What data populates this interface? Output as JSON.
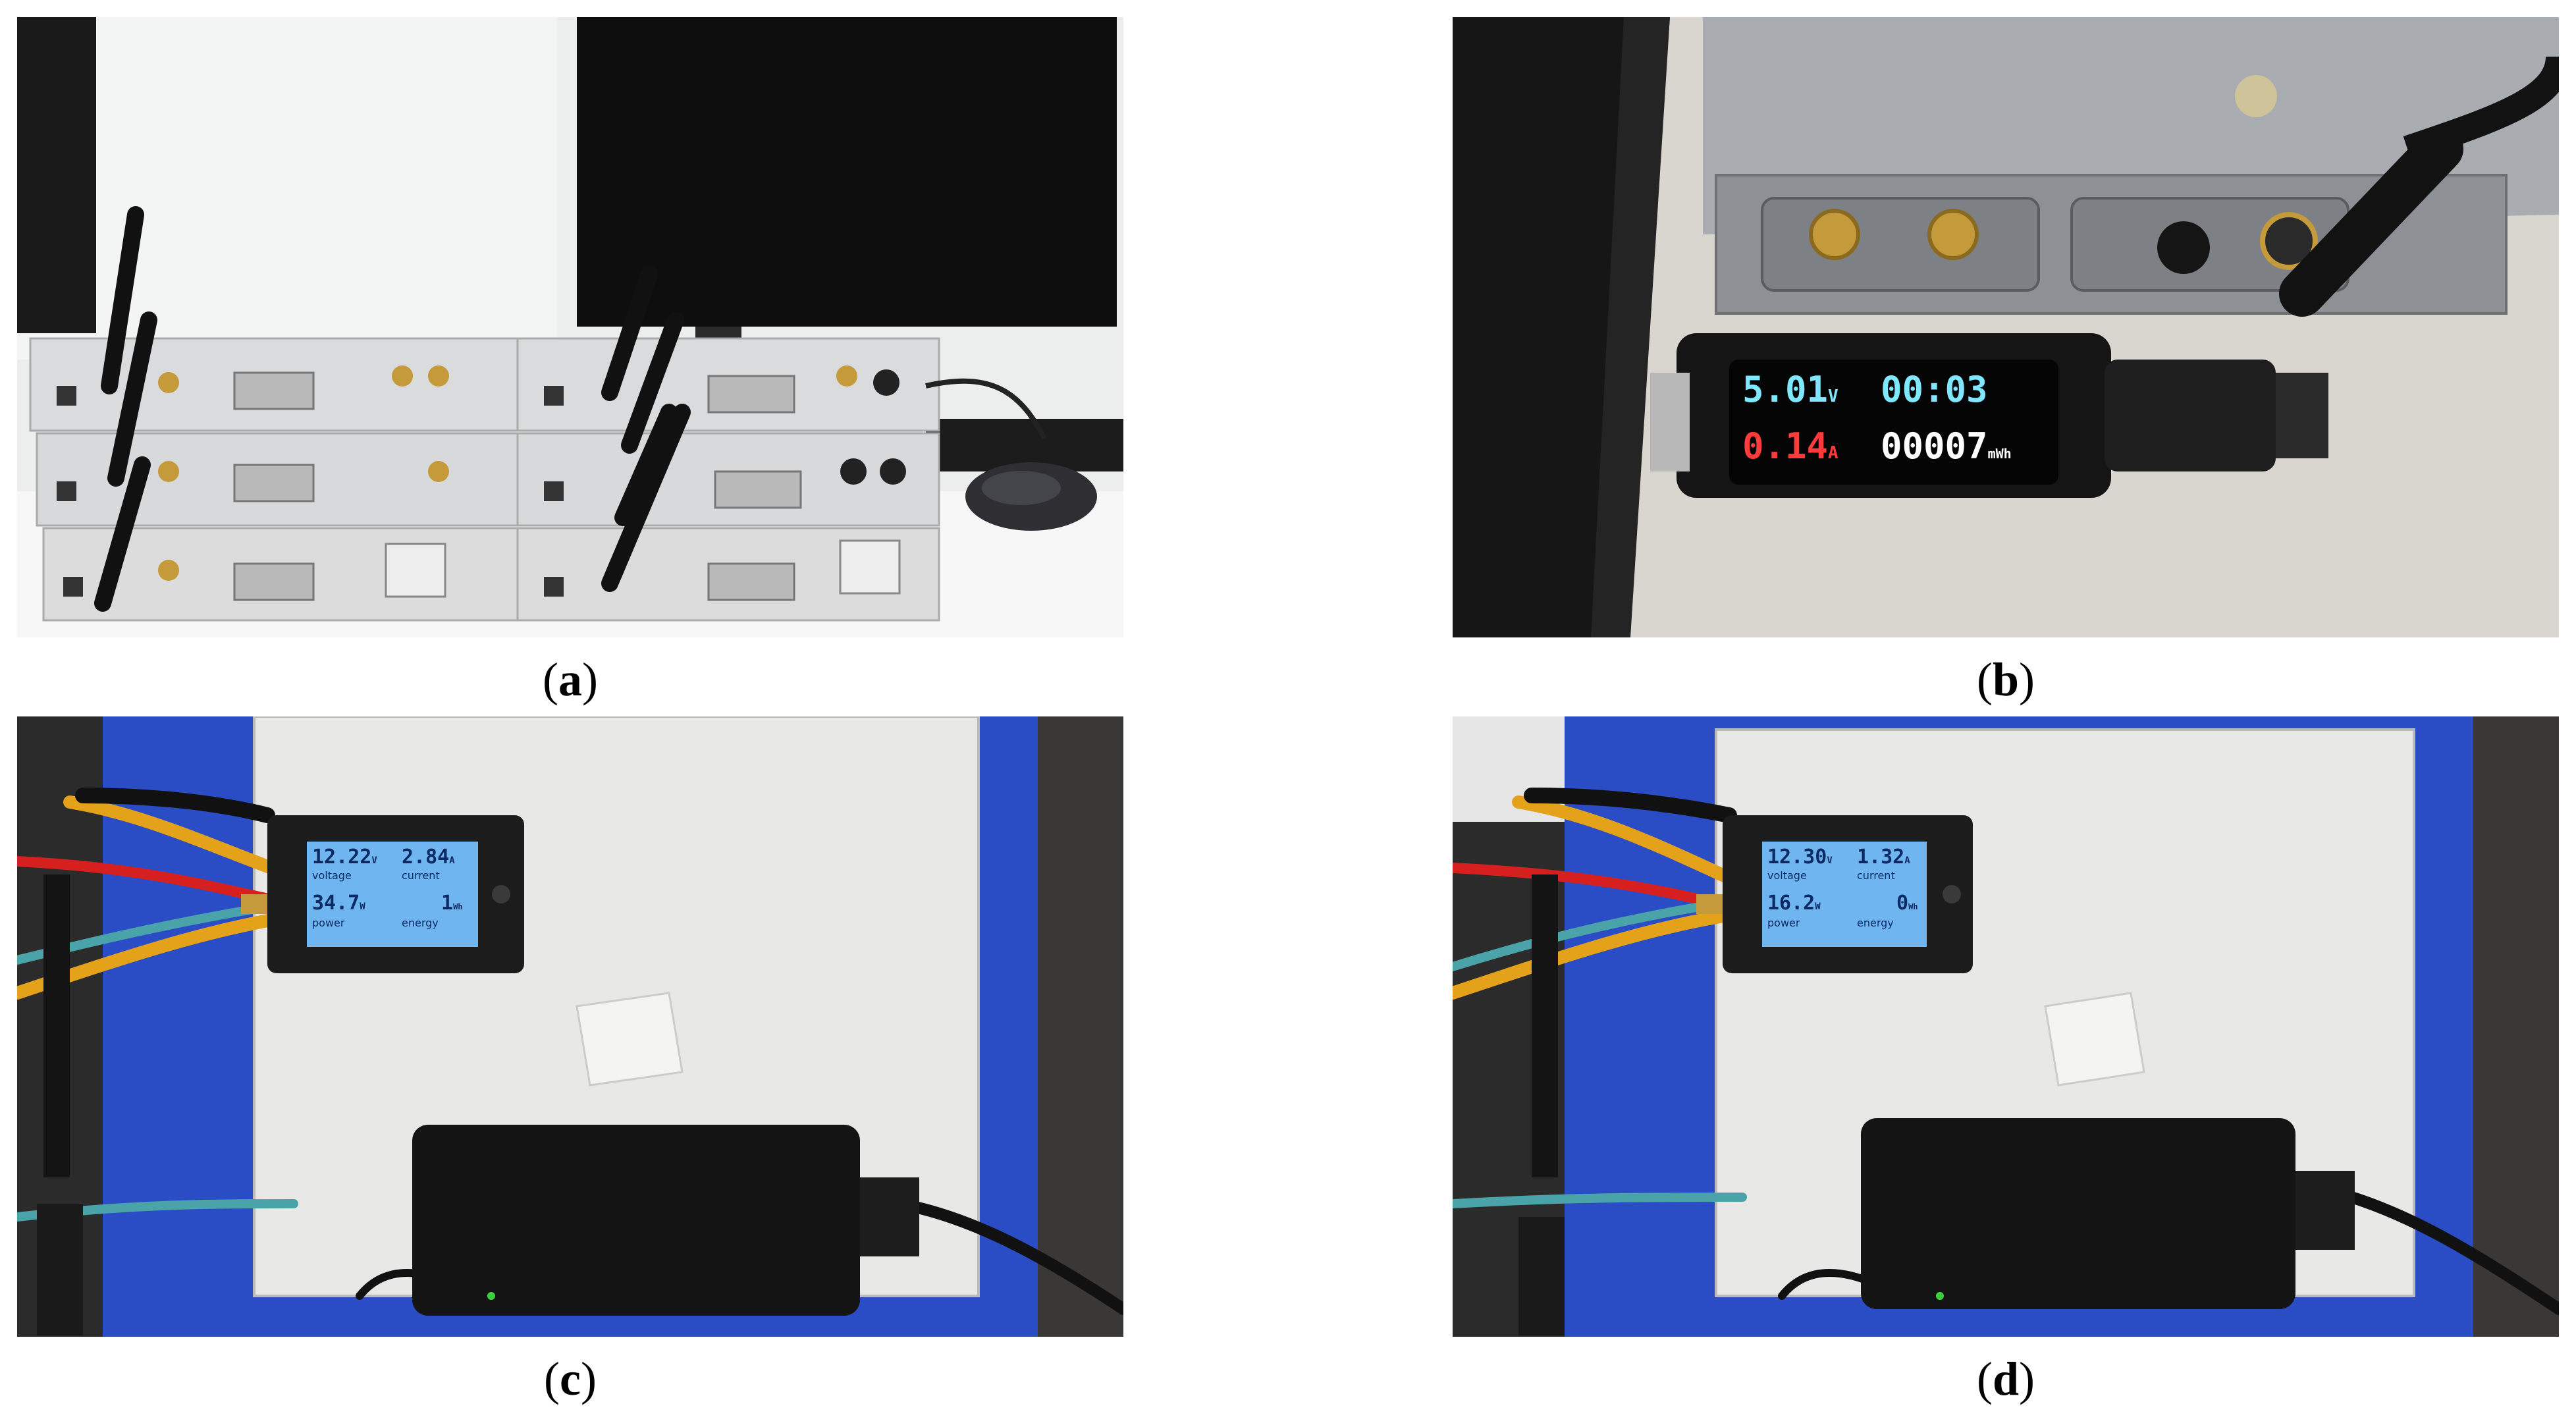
{
  "panels": [
    {
      "id": "a",
      "caption_letter": "a"
    },
    {
      "id": "b",
      "caption_letter": "b"
    },
    {
      "id": "c",
      "caption_letter": "c"
    },
    {
      "id": "d",
      "caption_letter": "d"
    }
  ],
  "usb_meter": {
    "voltage": "5.01",
    "voltage_unit": "V",
    "time": "00:03",
    "current": "0.14",
    "current_unit": "A",
    "energy": "00007",
    "energy_unit": "mWh"
  },
  "meter_c": {
    "voltage": "12.22",
    "voltage_unit": "V",
    "current": "2.84",
    "current_unit": "A",
    "power": "34.7",
    "power_unit": "W",
    "energy": "1",
    "energy_unit": "Wh",
    "label_voltage": "voltage",
    "label_current": "current",
    "label_power": "power",
    "label_energy": "energy"
  },
  "meter_d": {
    "voltage": "12.30",
    "voltage_unit": "V",
    "current": "1.32",
    "current_unit": "A",
    "power": "16.2",
    "power_unit": "W",
    "energy": "0",
    "energy_unit": "Wh",
    "label_voltage": "voltage",
    "label_current": "current",
    "label_power": "power",
    "label_energy": "energy"
  },
  "colors": {
    "lcd_blue": "#6fb6f0",
    "lcd_text": "#0b2a63",
    "blue_mat": "#2a4cc4",
    "usrp_body": "#d9d9d9",
    "usb_cyan": "#7fe8ff",
    "usb_red": "#ff3b3b"
  }
}
